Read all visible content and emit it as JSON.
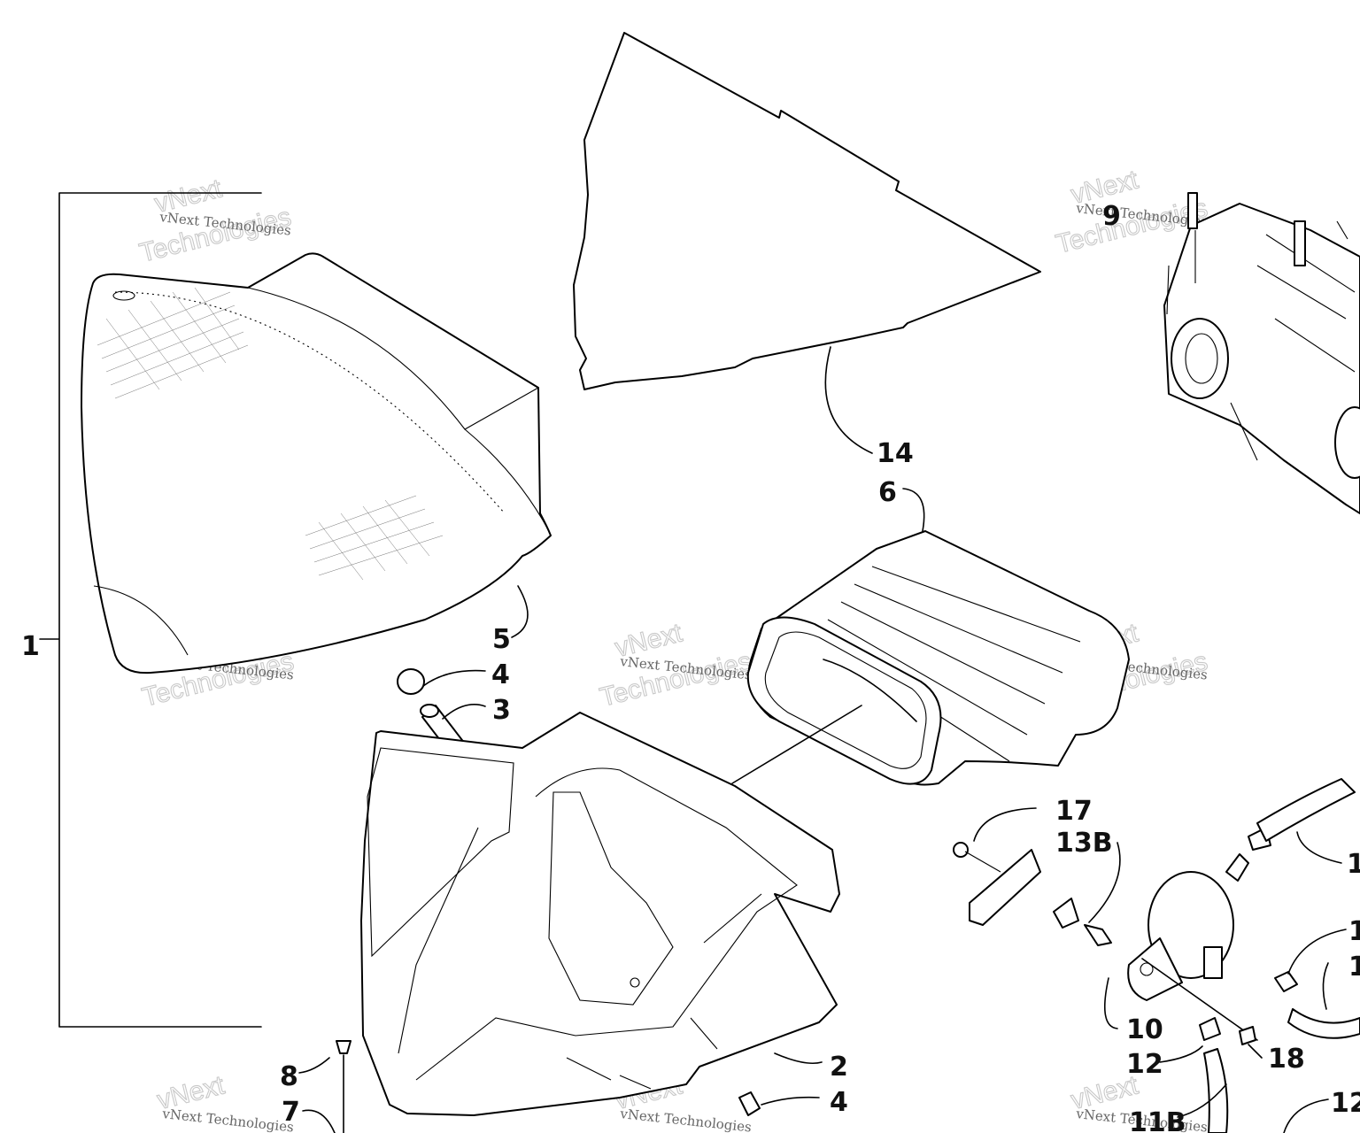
{
  "diagram": {
    "callouts": [
      {
        "id": "c1",
        "label": "1"
      },
      {
        "id": "c2",
        "label": "2"
      },
      {
        "id": "c3",
        "label": "3"
      },
      {
        "id": "c4a",
        "label": "4"
      },
      {
        "id": "c4b",
        "label": "4"
      },
      {
        "id": "c5",
        "label": "5"
      },
      {
        "id": "c6",
        "label": "6"
      },
      {
        "id": "c7",
        "label": "7"
      },
      {
        "id": "c8",
        "label": "8"
      },
      {
        "id": "c9",
        "label": "9"
      },
      {
        "id": "c10",
        "label": "10"
      },
      {
        "id": "c11b",
        "label": "11B"
      },
      {
        "id": "c12a",
        "label": "12"
      },
      {
        "id": "c12b",
        "label": "12"
      },
      {
        "id": "c13b",
        "label": "13B"
      },
      {
        "id": "c14",
        "label": "14"
      },
      {
        "id": "c17",
        "label": "17"
      },
      {
        "id": "c18",
        "label": "18"
      },
      {
        "id": "c1r1",
        "label": "1"
      },
      {
        "id": "c1r2",
        "label": "1"
      },
      {
        "id": "c1r3",
        "label": "1"
      }
    ],
    "watermark": {
      "line1": "vNext Technologies",
      "line2": "vNext",
      "line3": "Technologies"
    }
  }
}
